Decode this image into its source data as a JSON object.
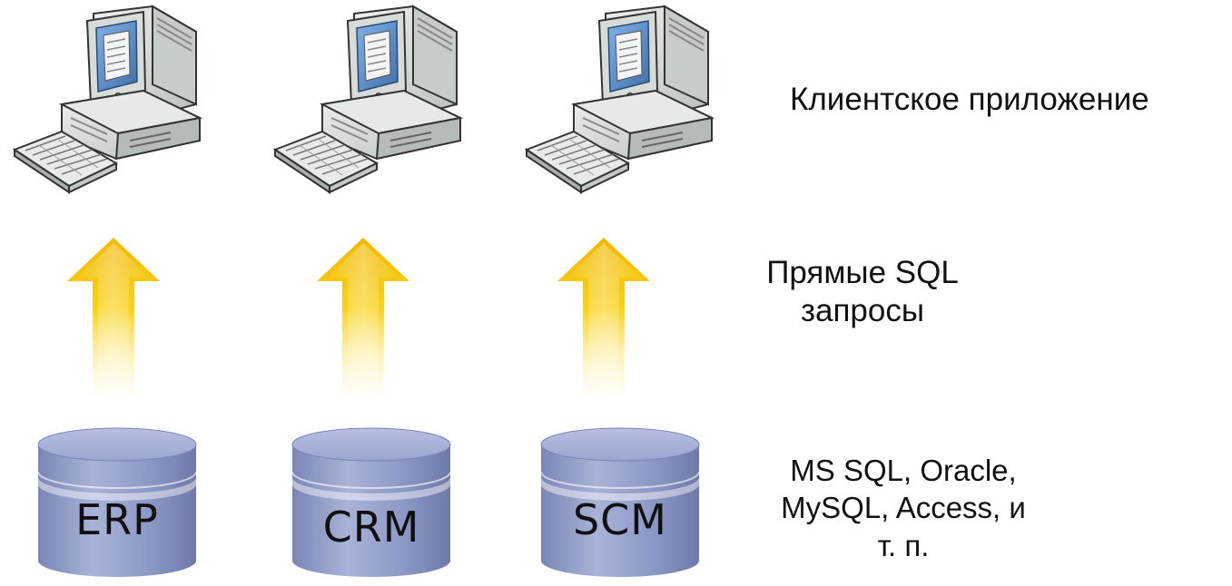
{
  "clients": [
    {
      "icon": "desktop-computer-icon"
    },
    {
      "icon": "desktop-computer-icon"
    },
    {
      "icon": "desktop-computer-icon"
    }
  ],
  "arrows": [
    {
      "icon": "arrow-up-icon"
    },
    {
      "icon": "arrow-up-icon"
    },
    {
      "icon": "arrow-up-icon"
    }
  ],
  "databases": [
    {
      "label": "ERP",
      "icon": "database-cylinder-icon"
    },
    {
      "label": "CRM",
      "icon": "database-cylinder-icon"
    },
    {
      "label": "SCM",
      "icon": "database-cylinder-icon"
    }
  ],
  "labels": {
    "client_app": "Клиентское приложение",
    "sql_line1": "Прямые SQL",
    "sql_line2": "запросы",
    "db_line1": "MS SQL, Oracle,",
    "db_line2": "MySQL, Access, и",
    "db_line3": "т. п."
  },
  "colors": {
    "arrow": "#F5C400",
    "database": "#8E9BC6",
    "computer_case": "#D9DEDB",
    "screen": "#5D8FC8"
  }
}
